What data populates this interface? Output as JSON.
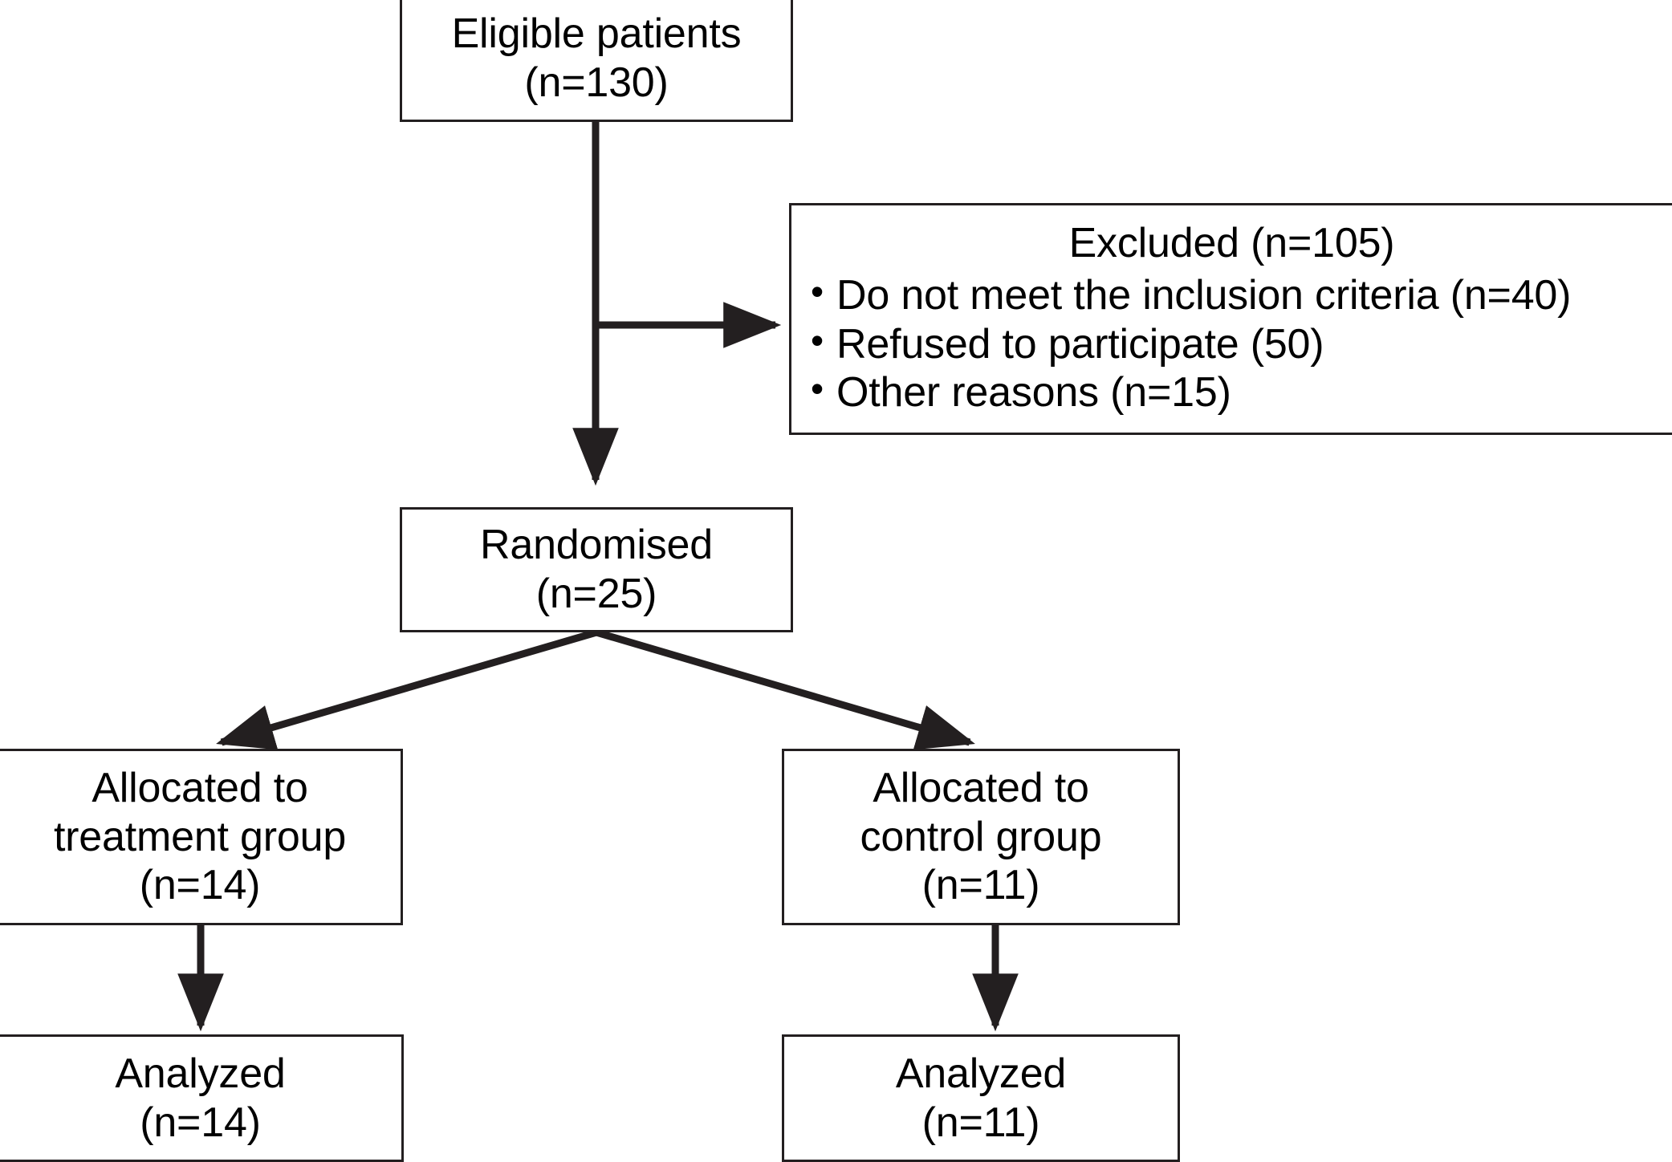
{
  "diagram": {
    "title": "CONSORT participant flow diagram",
    "type": "flowchart",
    "stroke_color": "#231f20",
    "background_color": "#ffffff",
    "nodes": {
      "eligible": {
        "line1": "Eligible patients",
        "line2": "(n=130)"
      },
      "excluded": {
        "heading": "Excluded (n=105)",
        "bullets": [
          "Do not meet the inclusion criteria (n=40)",
          "Refused to participate (50)",
          "Other reasons (n=15)"
        ]
      },
      "randomised": {
        "line1": "Randomised",
        "line2": "(n=25)"
      },
      "allocated_treatment": {
        "line1": "Allocated to",
        "line2": "treatment group",
        "line3": "(n=14)"
      },
      "allocated_control": {
        "line1": "Allocated to",
        "line2": "control group",
        "line3": "(n=11)"
      },
      "analyzed_treatment": {
        "line1": "Analyzed",
        "line2": "(n=14)"
      },
      "analyzed_control": {
        "line1": "Analyzed",
        "line2": "(n=11)"
      }
    },
    "edges": [
      {
        "name": "eligible-to-randomised",
        "from": "eligible",
        "to": "randomised"
      },
      {
        "name": "eligible-to-excluded",
        "from": "eligible",
        "to": "excluded"
      },
      {
        "name": "randomised-to-allocated-treatment",
        "from": "randomised",
        "to": "allocated_treatment"
      },
      {
        "name": "randomised-to-allocated-control",
        "from": "randomised",
        "to": "allocated_control"
      },
      {
        "name": "allocated-treatment-to-analyzed-treatment",
        "from": "allocated_treatment",
        "to": "analyzed_treatment"
      },
      {
        "name": "allocated-control-to-analyzed-control",
        "from": "allocated_control",
        "to": "analyzed_control"
      }
    ]
  }
}
